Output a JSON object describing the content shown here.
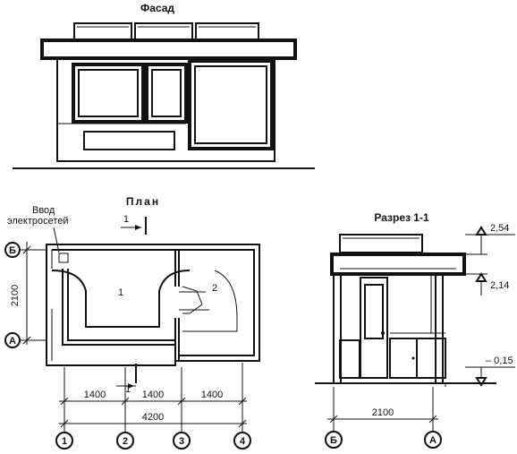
{
  "facade": {
    "title": "Фасад"
  },
  "plan": {
    "title": "План",
    "entry_label_line1": "Ввод",
    "entry_label_line2": "электросетей",
    "room_1": "1",
    "room_2": "2",
    "section_mark_top": "1",
    "section_mark_bottom": "1",
    "dim_left": "2100",
    "dim_bays": [
      "1400",
      "1400",
      "1400"
    ],
    "dim_total": "4200",
    "axes_numeric": [
      "1",
      "2",
      "3",
      "4"
    ],
    "axes_letter": [
      "Б",
      "А"
    ]
  },
  "section": {
    "title": "Разрез 1-1",
    "level_top": "2,54",
    "level_mid": "2,14",
    "level_ground": "– 0,15",
    "dim_width": "2100",
    "axes_letter": [
      "Б",
      "А"
    ]
  }
}
